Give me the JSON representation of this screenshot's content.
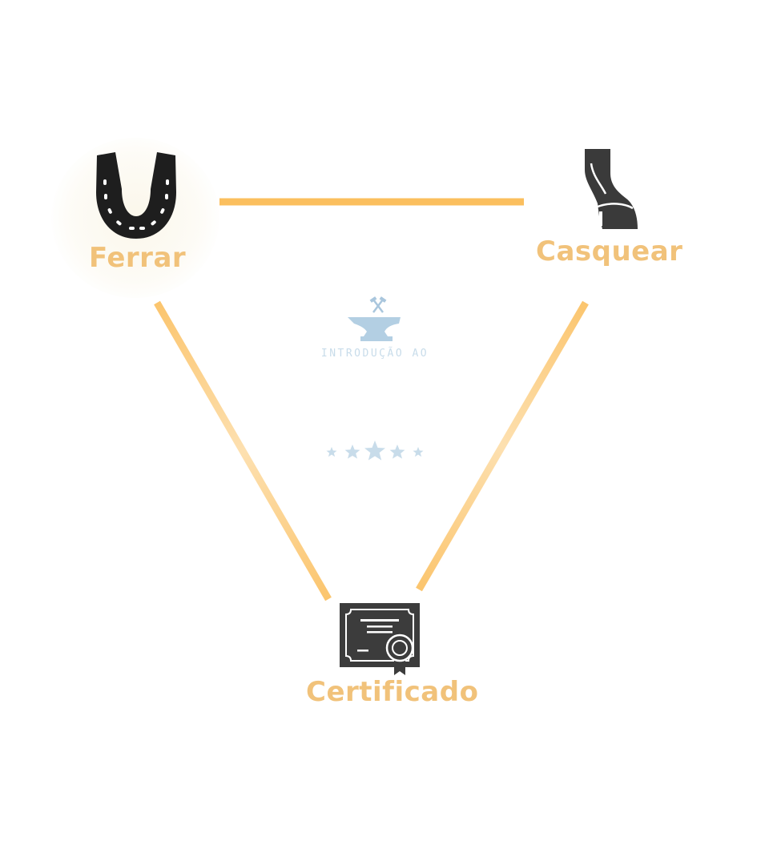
{
  "nodes": {
    "ferrar": {
      "label": "Ferrar",
      "icon": "horseshoe-icon"
    },
    "casquear": {
      "label": "Casquear",
      "icon": "hoof-icon"
    },
    "certificado": {
      "label": "Certificado",
      "icon": "certificate-icon"
    }
  },
  "watermark": {
    "text": "INTRODUÇÃO AO",
    "icon": "anvil-hammers-icon",
    "stars_icon": "five-stars-icon"
  },
  "colors": {
    "label": "#f1c27a",
    "connector": "#fbbf5e",
    "icon": "#2b2b2b",
    "watermark": "#c8dcea"
  }
}
